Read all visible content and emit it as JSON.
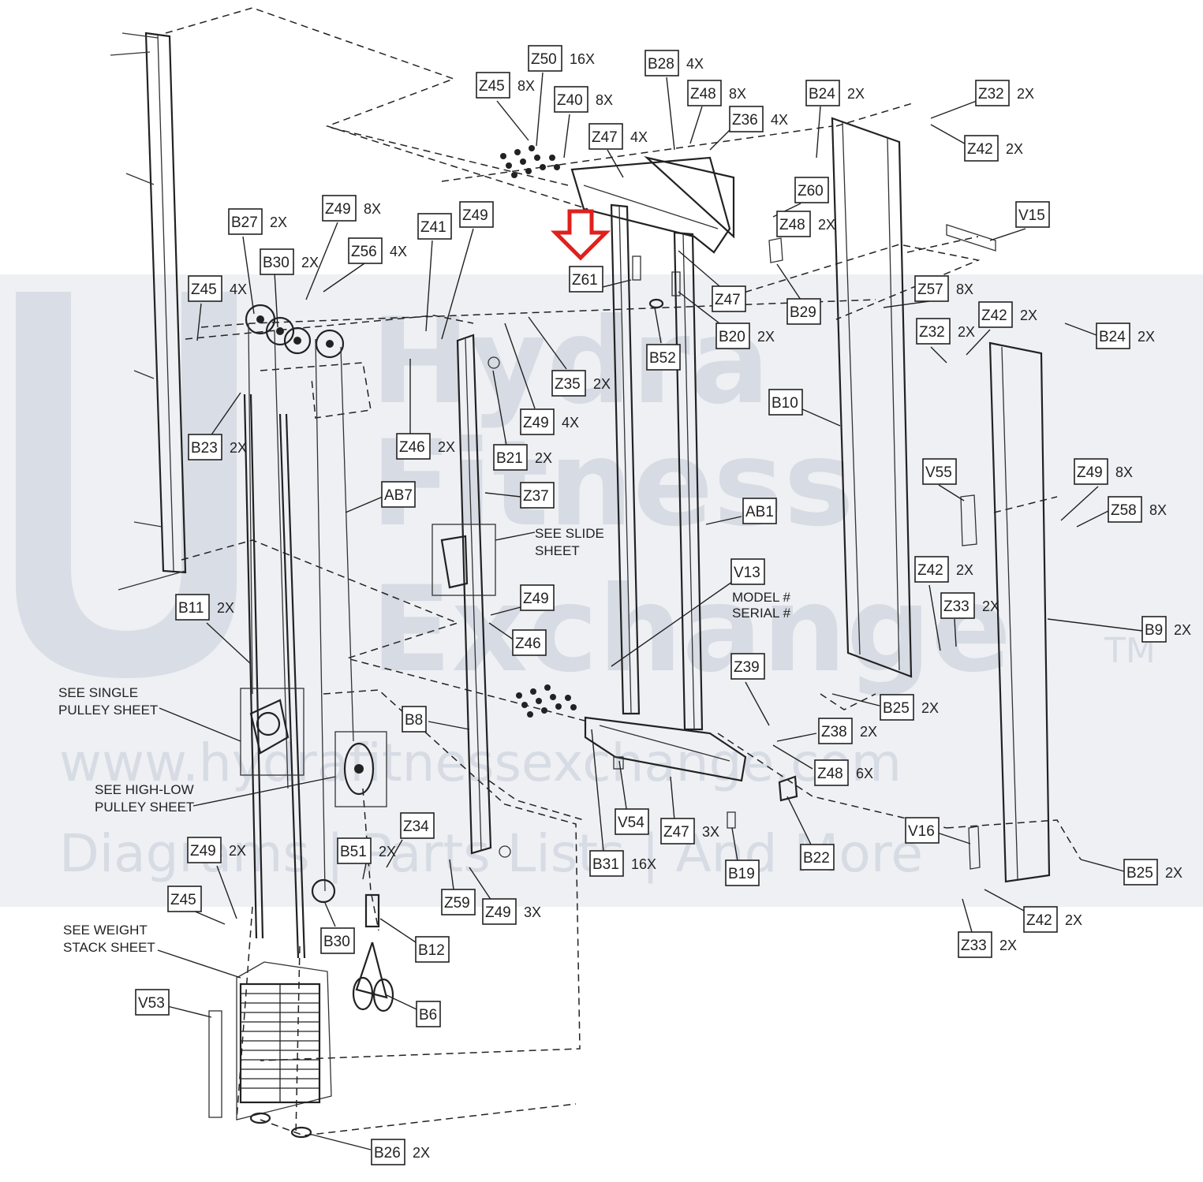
{
  "watermark": {
    "name_line1": "Hydra",
    "name_line2": "Fitness",
    "name_line3": "Exchange",
    "trademark": "TM",
    "url": "www.hydrafitnessexchange.com",
    "tagline": "Diagrams | Parts Lists | And More"
  },
  "notes": {
    "slide": [
      "SEE SLIDE",
      "SHEET"
    ],
    "single_pulley": [
      "SEE SINGLE",
      "PULLEY SHEET"
    ],
    "high_low": [
      "SEE HIGH-LOW",
      "PULLEY SHEET"
    ],
    "weight_stack": [
      "SEE WEIGHT",
      "STACK SHEET"
    ],
    "model_serial": [
      "MODEL #",
      "SERIAL #"
    ]
  },
  "callouts": [
    {
      "code": "Z50",
      "qty": "16X"
    },
    {
      "code": "Z45",
      "qty": "8X"
    },
    {
      "code": "Z40",
      "qty": "8X"
    },
    {
      "code": "B28",
      "qty": "4X"
    },
    {
      "code": "Z48",
      "qty": "8X"
    },
    {
      "code": "Z36",
      "qty": "4X"
    },
    {
      "code": "Z47",
      "qty": "4X"
    },
    {
      "code": "B24",
      "qty": "2X"
    },
    {
      "code": "Z32",
      "qty": "2X"
    },
    {
      "code": "Z42",
      "qty": "2X"
    },
    {
      "code": "Z60",
      "qty": ""
    },
    {
      "code": "Z48",
      "qty": "2X"
    },
    {
      "code": "V15",
      "qty": ""
    },
    {
      "code": "B27",
      "qty": "2X"
    },
    {
      "code": "Z49",
      "qty": "8X"
    },
    {
      "code": "Z41",
      "qty": ""
    },
    {
      "code": "Z49",
      "qty": ""
    },
    {
      "code": "Z56",
      "qty": "4X"
    },
    {
      "code": "B30",
      "qty": "2X"
    },
    {
      "code": "Z61",
      "qty": ""
    },
    {
      "code": "Z47",
      "qty": ""
    },
    {
      "code": "B29",
      "qty": ""
    },
    {
      "code": "Z45",
      "qty": "4X"
    },
    {
      "code": "Z57",
      "qty": "8X"
    },
    {
      "code": "Z42",
      "qty": "2X"
    },
    {
      "code": "Z32",
      "qty": "2X"
    },
    {
      "code": "B24",
      "qty": "2X"
    },
    {
      "code": "B20",
      "qty": "2X"
    },
    {
      "code": "B52",
      "qty": ""
    },
    {
      "code": "Z35",
      "qty": "2X"
    },
    {
      "code": "B10",
      "qty": ""
    },
    {
      "code": "Z49",
      "qty": "4X"
    },
    {
      "code": "B23",
      "qty": "2X"
    },
    {
      "code": "Z46",
      "qty": "2X"
    },
    {
      "code": "B21",
      "qty": "2X"
    },
    {
      "code": "V55",
      "qty": ""
    },
    {
      "code": "Z49",
      "qty": "8X"
    },
    {
      "code": "AB7",
      "qty": ""
    },
    {
      "code": "Z37",
      "qty": ""
    },
    {
      "code": "AB1",
      "qty": ""
    },
    {
      "code": "Z58",
      "qty": "8X"
    },
    {
      "code": "V13",
      "qty": ""
    },
    {
      "code": "Z42",
      "qty": "2X"
    },
    {
      "code": "B11",
      "qty": "2X"
    },
    {
      "code": "Z49",
      "qty": ""
    },
    {
      "code": "Z33",
      "qty": "2X"
    },
    {
      "code": "B9",
      "qty": "2X"
    },
    {
      "code": "Z46",
      "qty": ""
    },
    {
      "code": "Z39",
      "qty": ""
    },
    {
      "code": "B25",
      "qty": "2X"
    },
    {
      "code": "B8",
      "qty": ""
    },
    {
      "code": "Z38",
      "qty": "2X"
    },
    {
      "code": "Z48",
      "qty": "6X"
    },
    {
      "code": "Z34",
      "qty": ""
    },
    {
      "code": "V54",
      "qty": ""
    },
    {
      "code": "Z47",
      "qty": "3X"
    },
    {
      "code": "V16",
      "qty": ""
    },
    {
      "code": "Z49",
      "qty": "2X"
    },
    {
      "code": "B51",
      "qty": "2X"
    },
    {
      "code": "B31",
      "qty": "16X"
    },
    {
      "code": "B19",
      "qty": ""
    },
    {
      "code": "B22",
      "qty": ""
    },
    {
      "code": "B25",
      "qty": "2X"
    },
    {
      "code": "Z45",
      "qty": ""
    },
    {
      "code": "Z59",
      "qty": ""
    },
    {
      "code": "Z49",
      "qty": "3X"
    },
    {
      "code": "Z42",
      "qty": "2X"
    },
    {
      "code": "B30",
      "qty": ""
    },
    {
      "code": "B12",
      "qty": ""
    },
    {
      "code": "Z33",
      "qty": "2X"
    },
    {
      "code": "V53",
      "qty": ""
    },
    {
      "code": "B6",
      "qty": ""
    },
    {
      "code": "B26",
      "qty": "2X"
    }
  ]
}
